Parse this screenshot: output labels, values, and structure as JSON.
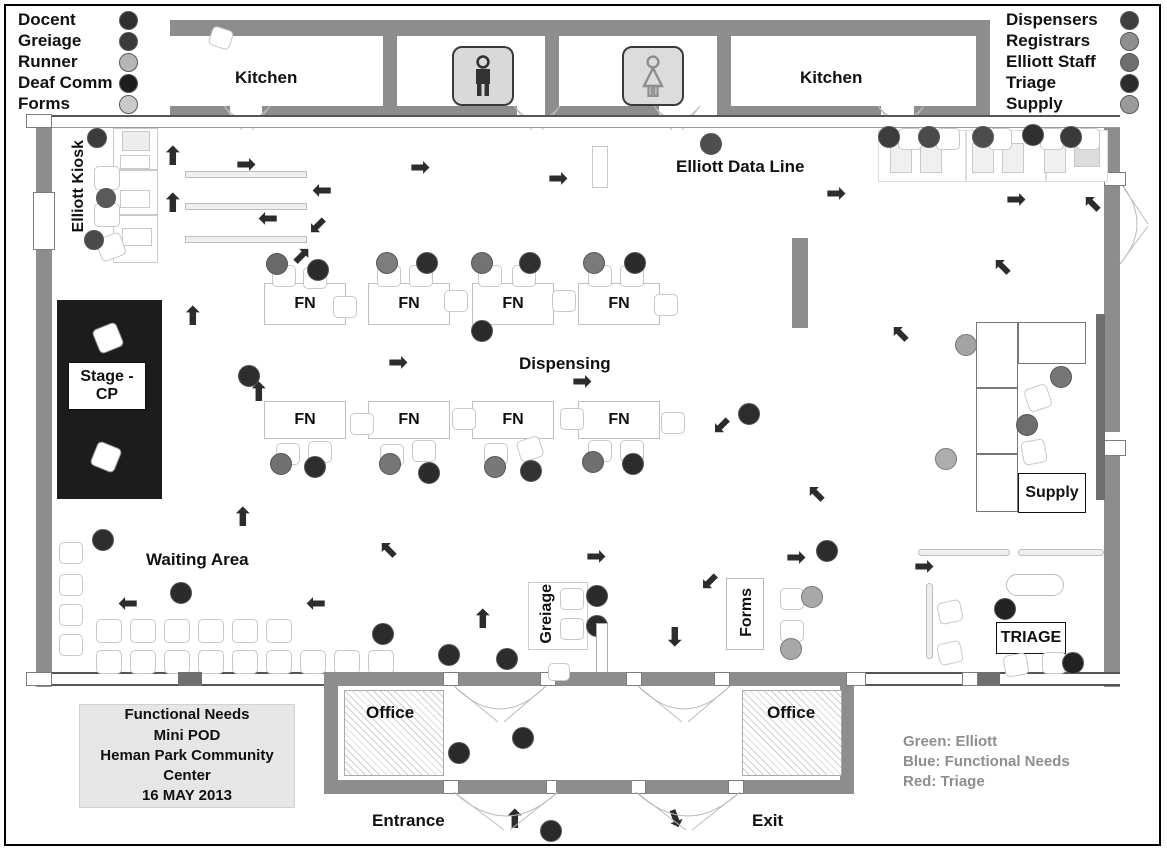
{
  "title_box": {
    "line1": "Functional Needs",
    "line2": "Mini POD",
    "line3": "Heman Park Community",
    "line4": "Center",
    "line5": "16 MAY 2013"
  },
  "legend_left": {
    "items": [
      {
        "label": "Docent",
        "color": "#2f2f2f"
      },
      {
        "label": "Greiage",
        "color": "#3a3a3a"
      },
      {
        "label": "Runner",
        "color": "#b6b6b6"
      },
      {
        "label": "Deaf Comm",
        "color": "#1d1d1d"
      },
      {
        "label": "Forms",
        "color": "#c9c9c9"
      }
    ]
  },
  "legend_right": {
    "items": [
      {
        "label": "Dispensers",
        "color": "#3f3f3f"
      },
      {
        "label": "Registrars",
        "color": "#8f8f8f"
      },
      {
        "label": "Elliott Staff",
        "color": "#6e6e6e"
      },
      {
        "label": "Triage",
        "color": "#2b2b2b"
      },
      {
        "label": "Supply",
        "color": "#9b9b9b"
      }
    ]
  },
  "color_key": {
    "line1": "Green: Elliott",
    "line2": "Blue: Functional Needs",
    "line3": "Red: Triage"
  },
  "rooms": {
    "kitchen_left": "Kitchen",
    "kitchen_right": "Kitchen",
    "restroom_men": "men-restroom",
    "restroom_women": "women-restroom",
    "office_left": "Office",
    "office_right": "Office",
    "stage": "Stage -\nCP",
    "stage_l1": "Stage -",
    "stage_l2": "CP",
    "supply": "Supply",
    "triage": "TRIAGE",
    "greiage": "Greiage",
    "forms": "Forms",
    "elliott_kiosk": "Elliott Kiosk"
  },
  "area_labels": {
    "elliott_data_line": "Elliott Data Line",
    "dispensing": "Dispensing",
    "waiting_area": "Waiting Area",
    "entrance": "Entrance",
    "exit": "Exit"
  },
  "tables": {
    "fn_label": "FN",
    "row1_count": 4,
    "row2_count": 4
  },
  "chart_data": {
    "type": "diagram",
    "title": "Functional Needs Mini POD floor plan",
    "notes": "Point of Dispensing layout with staff role dots, flow arrows, tables and seating"
  }
}
